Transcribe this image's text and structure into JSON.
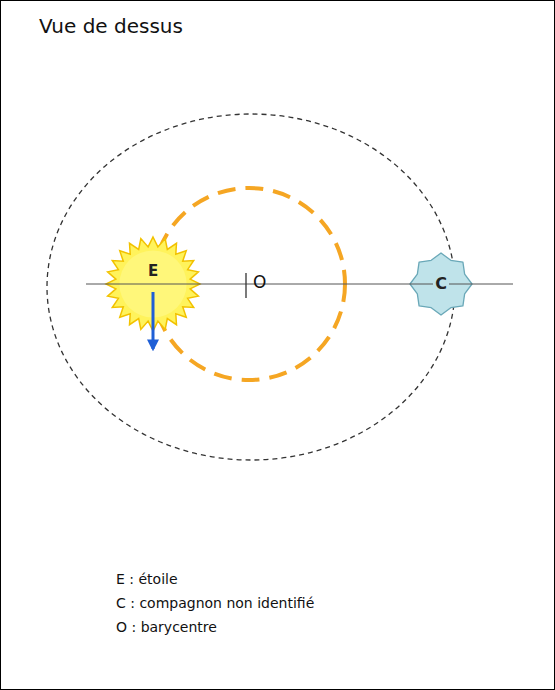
{
  "diagram": {
    "title": "Vue de dessus",
    "nodes": [
      {
        "text": [
          "E"
        ]
      },
      {
        "text": [
          "C"
        ]
      }
    ],
    "labels": [
      "O",
      "E : étoile",
      "C : compagnon non identifié",
      "O : barycentre"
    ]
  }
}
